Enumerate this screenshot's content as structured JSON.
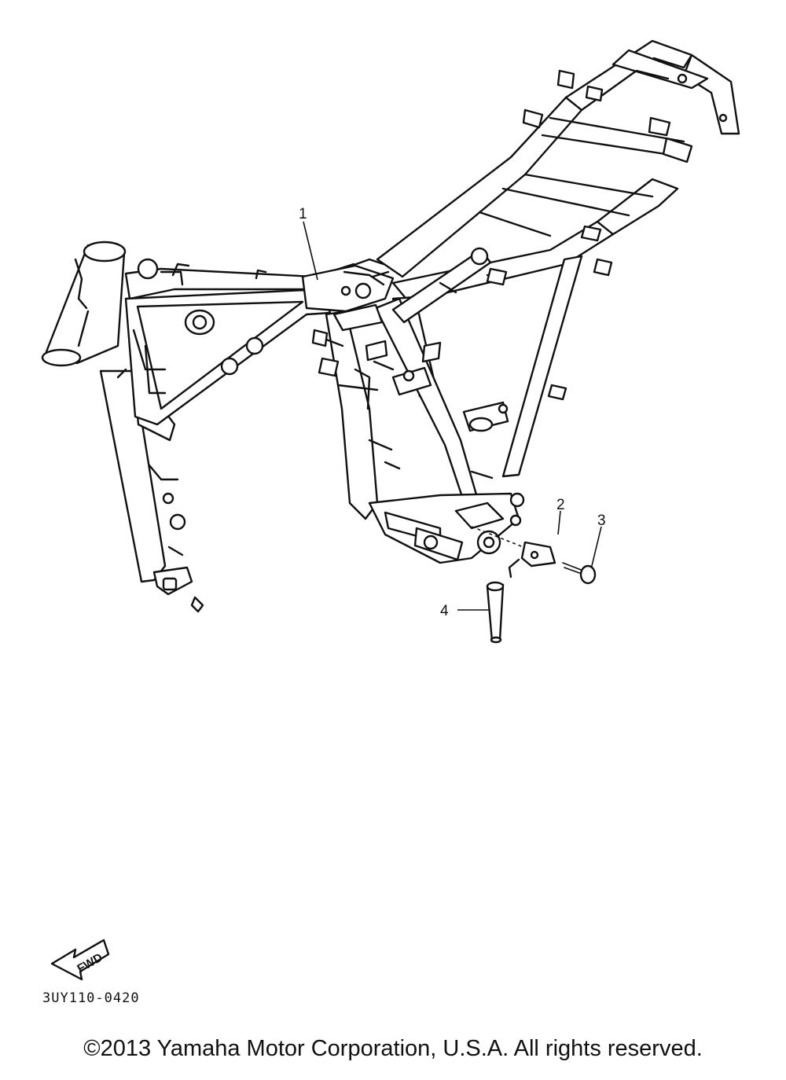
{
  "callouts": [
    {
      "id": "1",
      "label": "1"
    },
    {
      "id": "2",
      "label": "2"
    },
    {
      "id": "3",
      "label": "3"
    },
    {
      "id": "4",
      "label": "4"
    }
  ],
  "direction_badge": "FWD",
  "diagram_code": "3UY110-0420",
  "copyright": "©2013 Yamaha Motor Corporation, U.S.A. All rights reserved."
}
